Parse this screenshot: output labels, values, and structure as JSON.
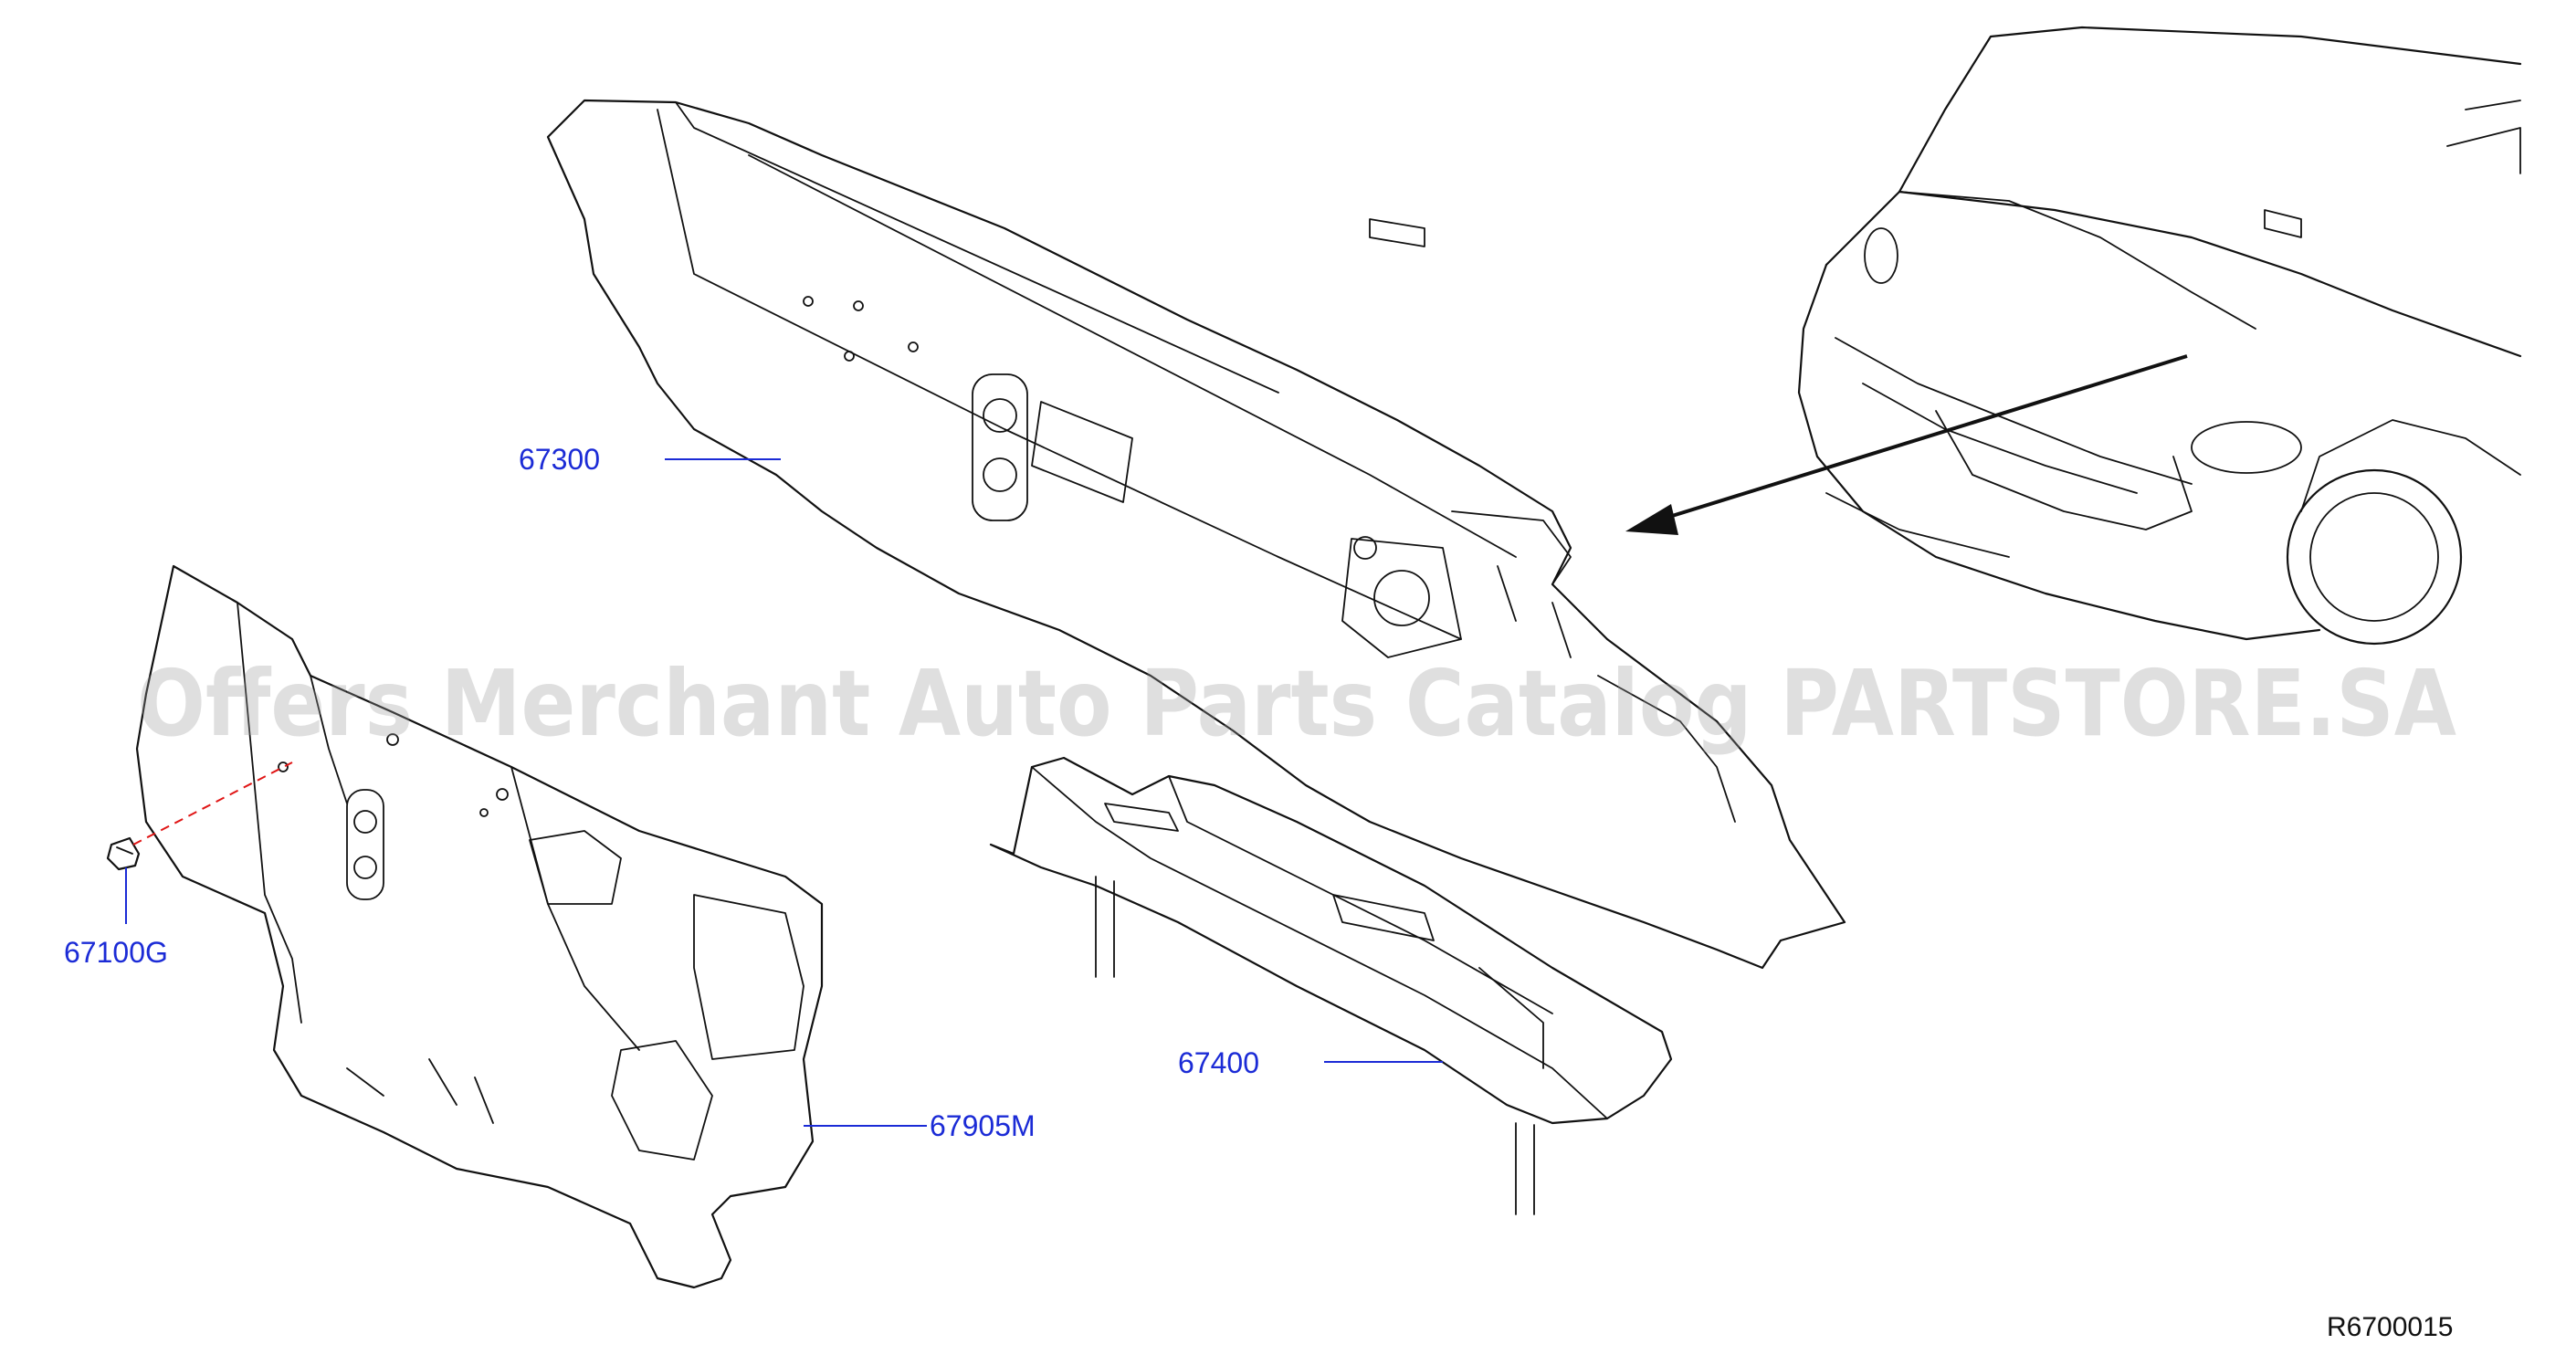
{
  "parts": [
    {
      "id": "p1",
      "number": "67300"
    },
    {
      "id": "p2",
      "number": "67100G"
    },
    {
      "id": "p3",
      "number": "67905M"
    },
    {
      "id": "p4",
      "number": "67400"
    }
  ],
  "figure_code": "R6700015",
  "watermark": "Offers Merchant Auto Parts Catalog PARTSTORE.SA",
  "colors": {
    "callout": "#1b2bd6",
    "dashed_line": "#e01515",
    "linework": "#111111"
  }
}
